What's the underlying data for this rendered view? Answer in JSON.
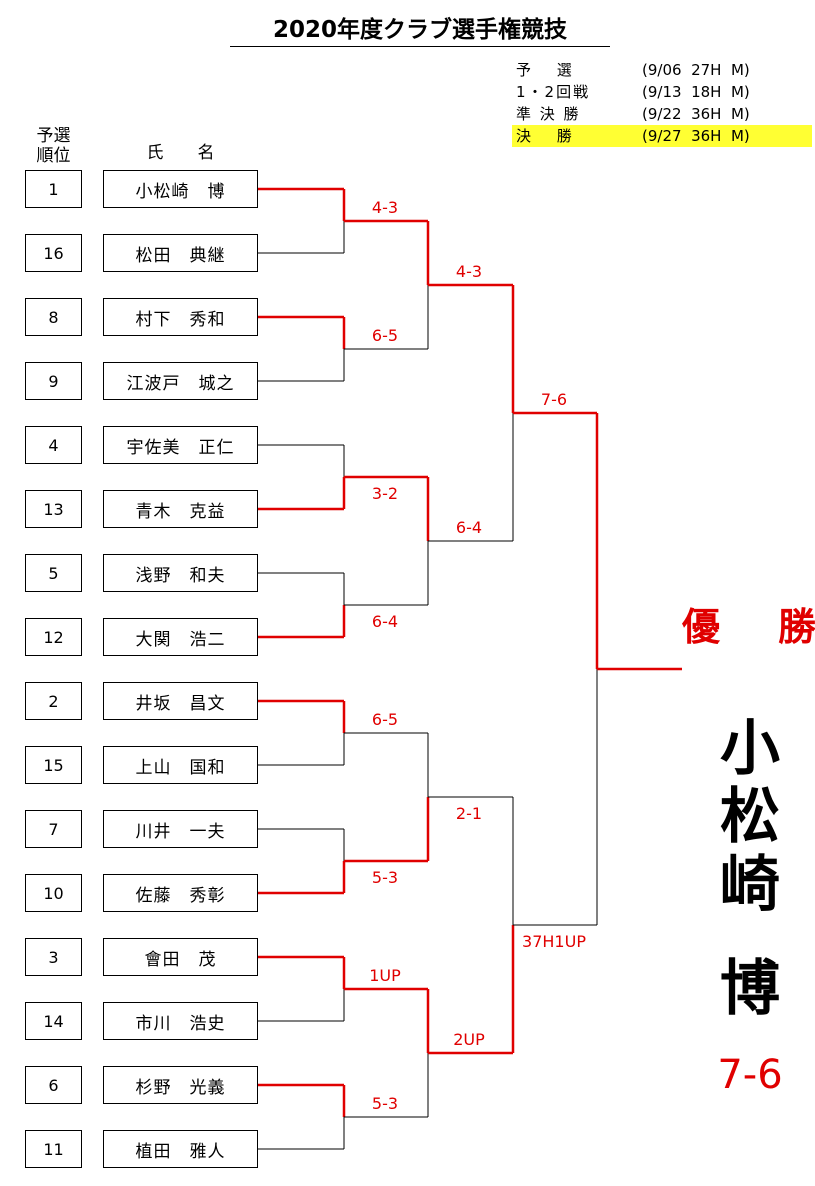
{
  "title": "2020年度クラブ選手権競技",
  "schedule": [
    {
      "round": "予　 選",
      "date": "(9/06  27H  M)"
    },
    {
      "round": "1・2回戦",
      "date": "(9/13  18H  M)"
    },
    {
      "round": "準 決 勝",
      "date": "(9/22  36H  M)"
    },
    {
      "round": "決　 勝",
      "date": "(9/27  36H  M)",
      "highlight": true
    }
  ],
  "headers": {
    "seed": "予選\n順位",
    "name": "氏　　名"
  },
  "players": [
    {
      "seed": "1",
      "name": "小松崎　博"
    },
    {
      "seed": "16",
      "name": "松田　典継"
    },
    {
      "seed": "8",
      "name": "村下　秀和"
    },
    {
      "seed": "9",
      "name": "江波戸　城之"
    },
    {
      "seed": "4",
      "name": "宇佐美　正仁"
    },
    {
      "seed": "13",
      "name": "青木　克益"
    },
    {
      "seed": "5",
      "name": "浅野　和夫"
    },
    {
      "seed": "12",
      "name": "大関　浩二"
    },
    {
      "seed": "2",
      "name": "井坂　昌文"
    },
    {
      "seed": "15",
      "name": "上山　国和"
    },
    {
      "seed": "7",
      "name": "川井　一夫"
    },
    {
      "seed": "10",
      "name": "佐藤　秀彰"
    },
    {
      "seed": "3",
      "name": "會田　茂"
    },
    {
      "seed": "14",
      "name": "市川　浩史"
    },
    {
      "seed": "6",
      "name": "杉野　光義"
    },
    {
      "seed": "11",
      "name": "植田　雅人"
    }
  ],
  "round1": [
    {
      "winner": 0,
      "score": "4-3"
    },
    {
      "winner": 0,
      "score": "6-5"
    },
    {
      "winner": 1,
      "score": "3-2"
    },
    {
      "winner": 1,
      "score": "6-4"
    },
    {
      "winner": 0,
      "score": "6-5"
    },
    {
      "winner": 1,
      "score": "5-3"
    },
    {
      "winner": 0,
      "score": "1UP"
    },
    {
      "winner": 0,
      "score": "5-3"
    }
  ],
  "round2": [
    {
      "winner": 0,
      "score": "4-3"
    },
    {
      "winner": 0,
      "score": "6-4"
    },
    {
      "winner": 1,
      "score": "2-1"
    },
    {
      "winner": 0,
      "score": "2UP"
    }
  ],
  "round3": [
    {
      "winner": 0,
      "score": "7-6"
    },
    {
      "winner": 1,
      "score": "37H1UP"
    }
  ],
  "final": {
    "winner": 0
  },
  "champion": {
    "label": "優　勝",
    "name_chars": [
      "小",
      "松",
      "崎",
      "博"
    ],
    "score": "7-6"
  },
  "colors": {
    "win": "#e00000",
    "line": "#000000",
    "highlight": "#ffff33"
  }
}
